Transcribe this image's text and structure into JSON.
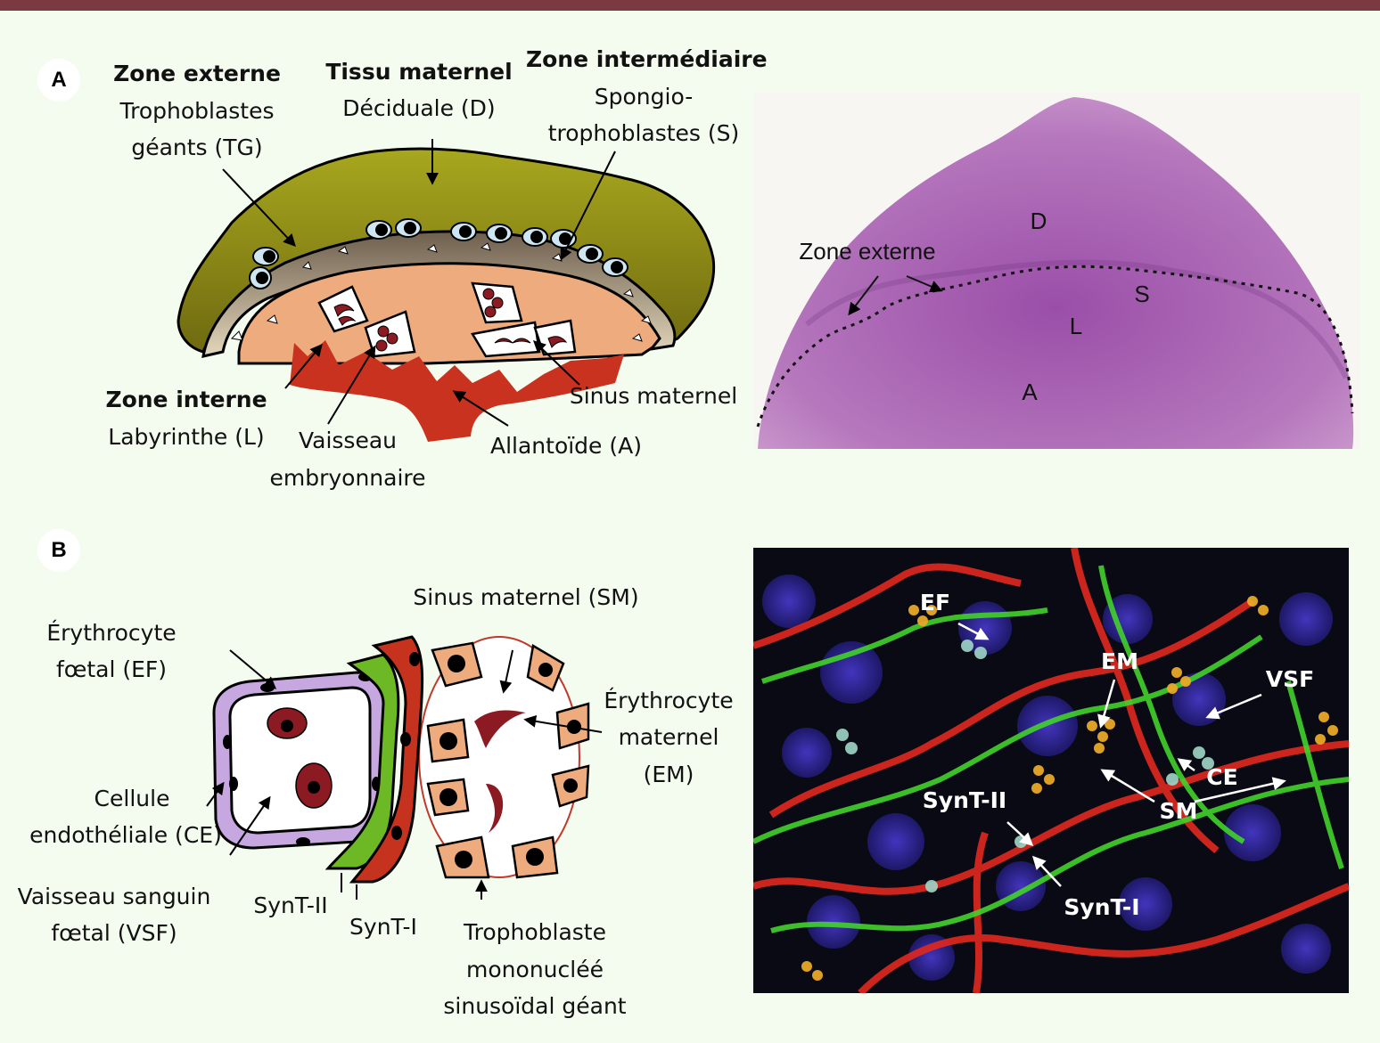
{
  "panels": [
    {
      "label": "A"
    },
    {
      "label": "B"
    }
  ],
  "panel_a": {
    "zone_externe_title": "Zone externe",
    "zone_externe_desc_1": "Trophoblastes",
    "zone_externe_desc_2": "géants (TG)",
    "tissu_maternel_title": "Tissu maternel",
    "tissu_maternel_desc": "Déciduale (D)",
    "zone_intermediaire_title": "Zone intermédiaire",
    "zone_intermediaire_desc_1": "Spongio-",
    "zone_intermediaire_desc_2": "trophoblastes (S)",
    "zone_interne_title": "Zone interne",
    "zone_interne_desc": "Labyrinthe (L)",
    "vaisseau_1": "Vaisseau",
    "vaisseau_2": "embryonnaire",
    "allantoide": "Allantoïde (A)",
    "sinus_maternel": "Sinus maternel",
    "histo_zone_externe": "Zone externe",
    "histo_D": "D",
    "histo_S": "S",
    "histo_L": "L",
    "histo_A": "A"
  },
  "panel_b": {
    "sinus_maternel_sm": "Sinus maternel (SM)",
    "erythro_foetal_1": "Érythrocyte",
    "erythro_foetal_2": "fœtal (EF)",
    "erythro_maternel_1": "Érythrocyte",
    "erythro_maternel_2": "maternel",
    "erythro_maternel_3": "(EM)",
    "cellule_1": "Cellule",
    "cellule_2": "endothéliale (CE)",
    "vaisseau_1": "Vaisseau sanguin",
    "vaisseau_2": "fœtal (VSF)",
    "synt2": "SynT-II",
    "synt1": "SynT-I",
    "tropho_1": "Trophoblaste",
    "tropho_2": "mononucléé",
    "tropho_3": "sinusoïdal géant",
    "micro_EF": "EF",
    "micro_EM": "EM",
    "micro_VSF": "VSF",
    "micro_CE": "CE",
    "micro_SM": "SM",
    "micro_SynT2": "SynT-II",
    "micro_SynT1": "SynT-I"
  },
  "colors": {
    "decidua": "#a4a120",
    "spongio": "#9c907c",
    "labyrinth": "#eeac7e",
    "allantois": "#c8321e",
    "synt1": "#c5321e",
    "synt2": "#6cb825",
    "endothelial": "#c7a7e0",
    "tgc": "#eeac7e",
    "erythrocyte": "#8b1a22"
  }
}
